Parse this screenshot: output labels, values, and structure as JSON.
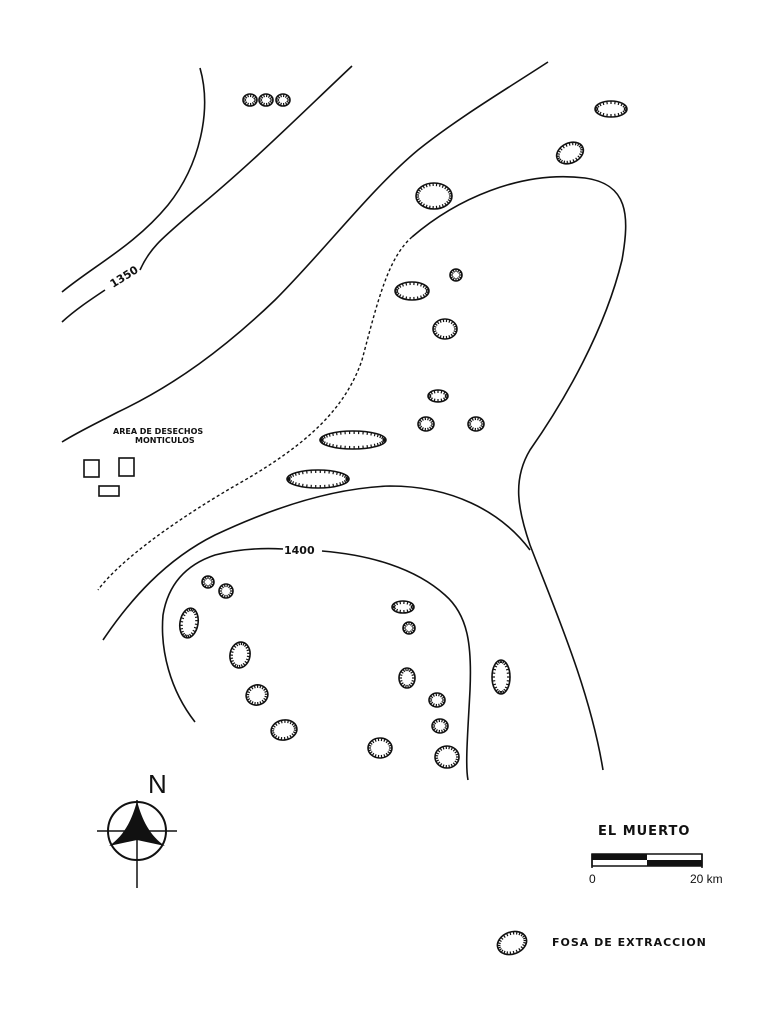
{
  "map": {
    "title": "EL MUERTO",
    "contour_labels": {
      "c1350": "1350",
      "c1400": "1400"
    },
    "area_label_line1": "AREA DE DESECHOS",
    "area_label_line2": "MONTICULOS",
    "north_label": "N",
    "scale": {
      "start": "0",
      "end": "20 km"
    },
    "legend": {
      "pit_label": "FOSA DE EXTRACCION"
    }
  }
}
